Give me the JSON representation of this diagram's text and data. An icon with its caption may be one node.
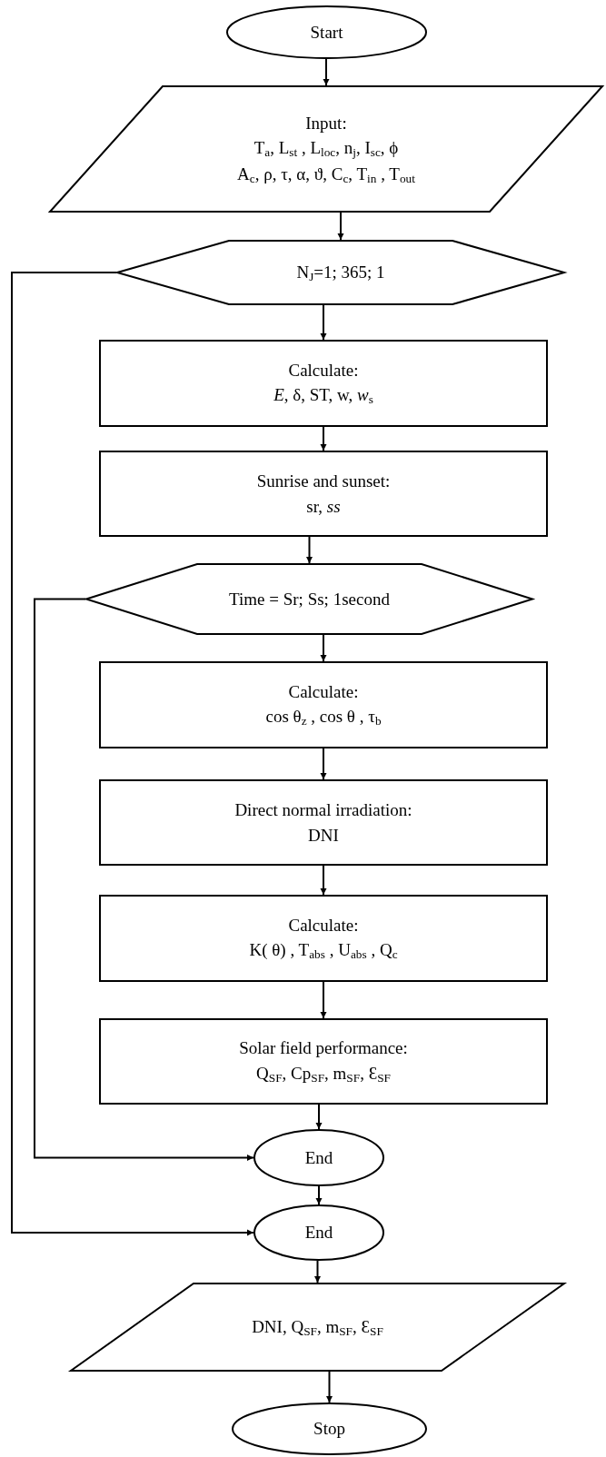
{
  "diagram": {
    "nodes": [
      {
        "text": [
          "Start"
        ]
      },
      {
        "text": [
          "Input:",
          "T$_{a}$, L$_{st}$ , L$_{loc}$, n$_{j}$,  I$_{sc}$, ϕ",
          "A$_{c}$, ρ, τ, α, ϑ, C$_{c}$, T$_{in}$ , T$_{out}$"
        ]
      },
      {
        "text": [
          "N$_{J}$=1; 365; 1"
        ]
      },
      {
        "text": [
          "Calculate:",
          "*E*, δ, ST, w, *w*$_{s}$"
        ]
      },
      {
        "text": [
          "Sunrise and sunset:",
          "sr, *ss*"
        ]
      },
      {
        "text": [
          "Time = Sr; Ss; 1second"
        ]
      },
      {
        "text": [
          "Calculate:",
          "cos θ$_{z}$ , cos θ , τ$_{b}$"
        ]
      },
      {
        "text": [
          "Direct normal irradiation:",
          "DNI"
        ]
      },
      {
        "text": [
          "Calculate:",
          "K( θ) , T$_{abs}$ , U$_{abs}$ , Q$_{c}$"
        ]
      },
      {
        "text": [
          "Solar field performance:",
          "Q$_{SF}$, Cp$_{SF}$, m$_{SF}$, Ɛ$_{SF}$"
        ]
      },
      {
        "text": [
          "End"
        ]
      },
      {
        "text": [
          "End"
        ]
      },
      {
        "text": [
          "DNI, Q$_{SF}$, m$_{SF}$, Ɛ$_{SF}$"
        ]
      },
      {
        "text": [
          "Stop"
        ]
      }
    ],
    "edges": [
      {
        "from": 0,
        "to": 1,
        "arrow": "to"
      },
      {
        "from": 1,
        "to": 2,
        "arrow": "to"
      },
      {
        "from": 2,
        "to": 3,
        "arrow": "to"
      },
      {
        "from": 3,
        "to": 4,
        "arrow": "to"
      },
      {
        "from": 4,
        "to": 5,
        "arrow": "to"
      },
      {
        "from": 5,
        "to": 6,
        "arrow": "to"
      },
      {
        "from": 6,
        "to": 7,
        "arrow": "to"
      },
      {
        "from": 7,
        "to": 8,
        "arrow": "to"
      },
      {
        "from": 8,
        "to": 9,
        "arrow": "to"
      },
      {
        "from": 9,
        "to": 10,
        "arrow": "to"
      },
      {
        "from": 5,
        "to": 10,
        "arrow": "to"
      },
      {
        "from": 10,
        "to": 11,
        "arrow": "to"
      },
      {
        "from": 2,
        "to": 11,
        "arrow": "to"
      },
      {
        "from": 11,
        "to": 12,
        "arrow": "to"
      },
      {
        "from": 12,
        "to": 13,
        "arrow": "to"
      }
    ]
  }
}
